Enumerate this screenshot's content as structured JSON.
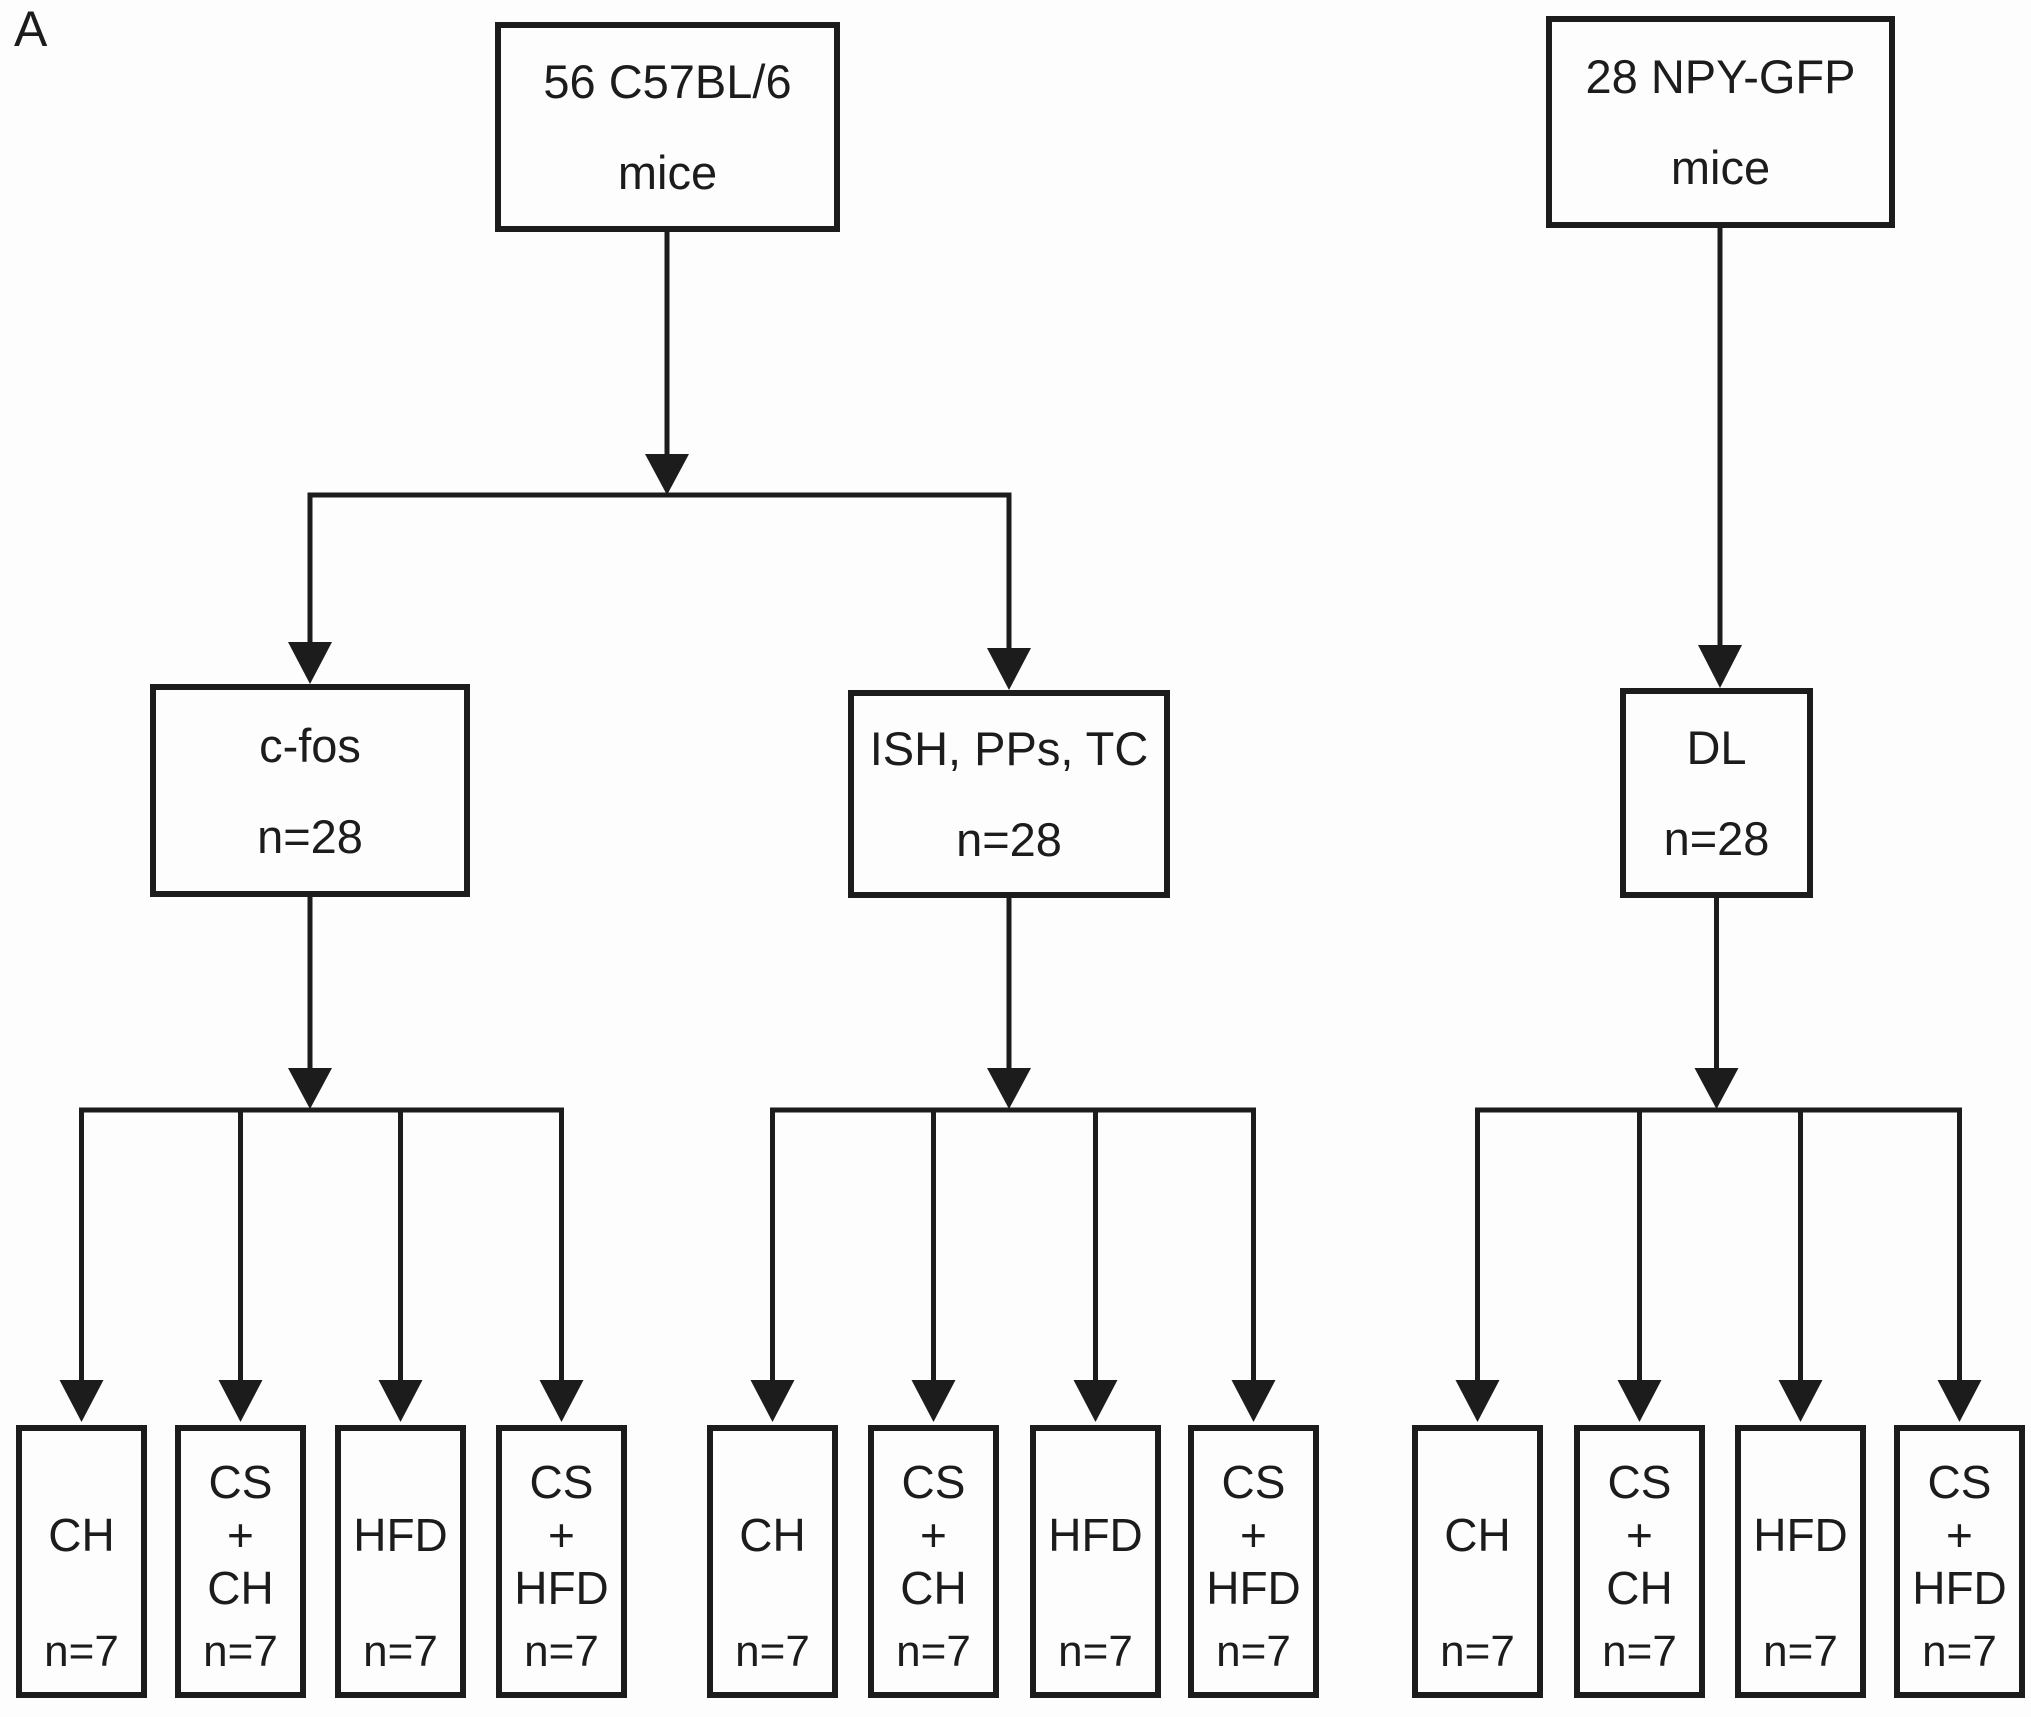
{
  "panel_label": "A",
  "colors": {
    "ink": "#1c1c1c",
    "background": "#fdfdfd"
  },
  "tree": {
    "cohorts": [
      {
        "line1": "56 C57BL/6",
        "line2": "mice"
      },
      {
        "line1": "28 NPY-GFP",
        "line2": "mice"
      }
    ],
    "methods": [
      {
        "label": "c-fos",
        "n": "n=28"
      },
      {
        "label": "ISH, PPs, TC",
        "n": "n=28"
      },
      {
        "label": "DL",
        "n": "n=28"
      }
    ],
    "diets": [
      {
        "lines": [
          "CH"
        ],
        "n": "n=7"
      },
      {
        "lines": [
          "CS",
          "+",
          "CH"
        ],
        "n": "n=7"
      },
      {
        "lines": [
          "HFD"
        ],
        "n": "n=7"
      },
      {
        "lines": [
          "CS",
          "+",
          "HFD"
        ],
        "n": "n=7"
      }
    ]
  }
}
